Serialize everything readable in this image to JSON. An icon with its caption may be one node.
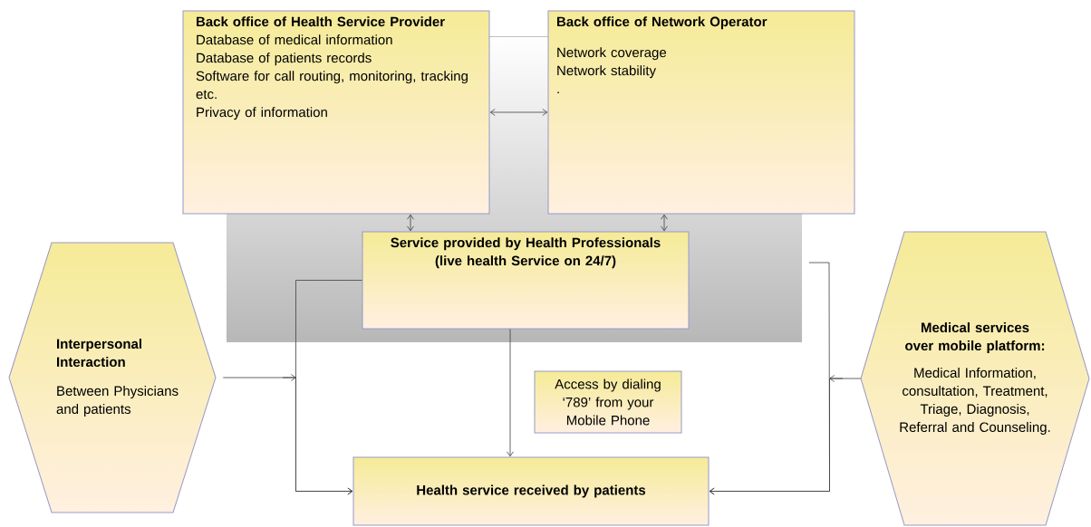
{
  "diagram": {
    "nodes": [
      {
        "text": [
          "Back office of Health Service Provider",
          "Database of medical information",
          "Database of patients records",
          "Software for call routing, monitoring, tracking etc.",
          "Privacy of information"
        ]
      },
      {
        "text": [
          "Back office of Network Operator",
          "Network coverage",
          "Network stability",
          "."
        ]
      },
      {
        "text": [
          "Service provided by Health Professionals (live health Service on 24/7)"
        ]
      },
      {
        "text": [
          "Interpersonal Interaction",
          "Between Physicians and patients"
        ]
      },
      {
        "text": [
          "Access by dialing ‘789’ from your Mobile Phone"
        ]
      },
      {
        "text": [
          "Health service received by patients"
        ]
      },
      {
        "text": [
          "Medical services over mobile platform:",
          "Medical Information, consultation, Treatment, Triage, Diagnosis, Referral and Counseling."
        ]
      }
    ],
    "edges": [
      {
        "from": 0,
        "to": 1,
        "arrow": "both"
      },
      {
        "from": 0,
        "to": 2,
        "arrow": "both"
      },
      {
        "from": 1,
        "to": 2,
        "arrow": "both"
      },
      {
        "from": 2,
        "to": 5,
        "arrow": "to"
      },
      {
        "from": 2,
        "to": 5,
        "arrow": "to"
      },
      {
        "from": 3,
        "to": 5,
        "arrow": "to"
      },
      {
        "from": null,
        "to": 5,
        "arrow": "to"
      },
      {
        "from": 6,
        "to": 5,
        "arrow": "to"
      }
    ]
  }
}
